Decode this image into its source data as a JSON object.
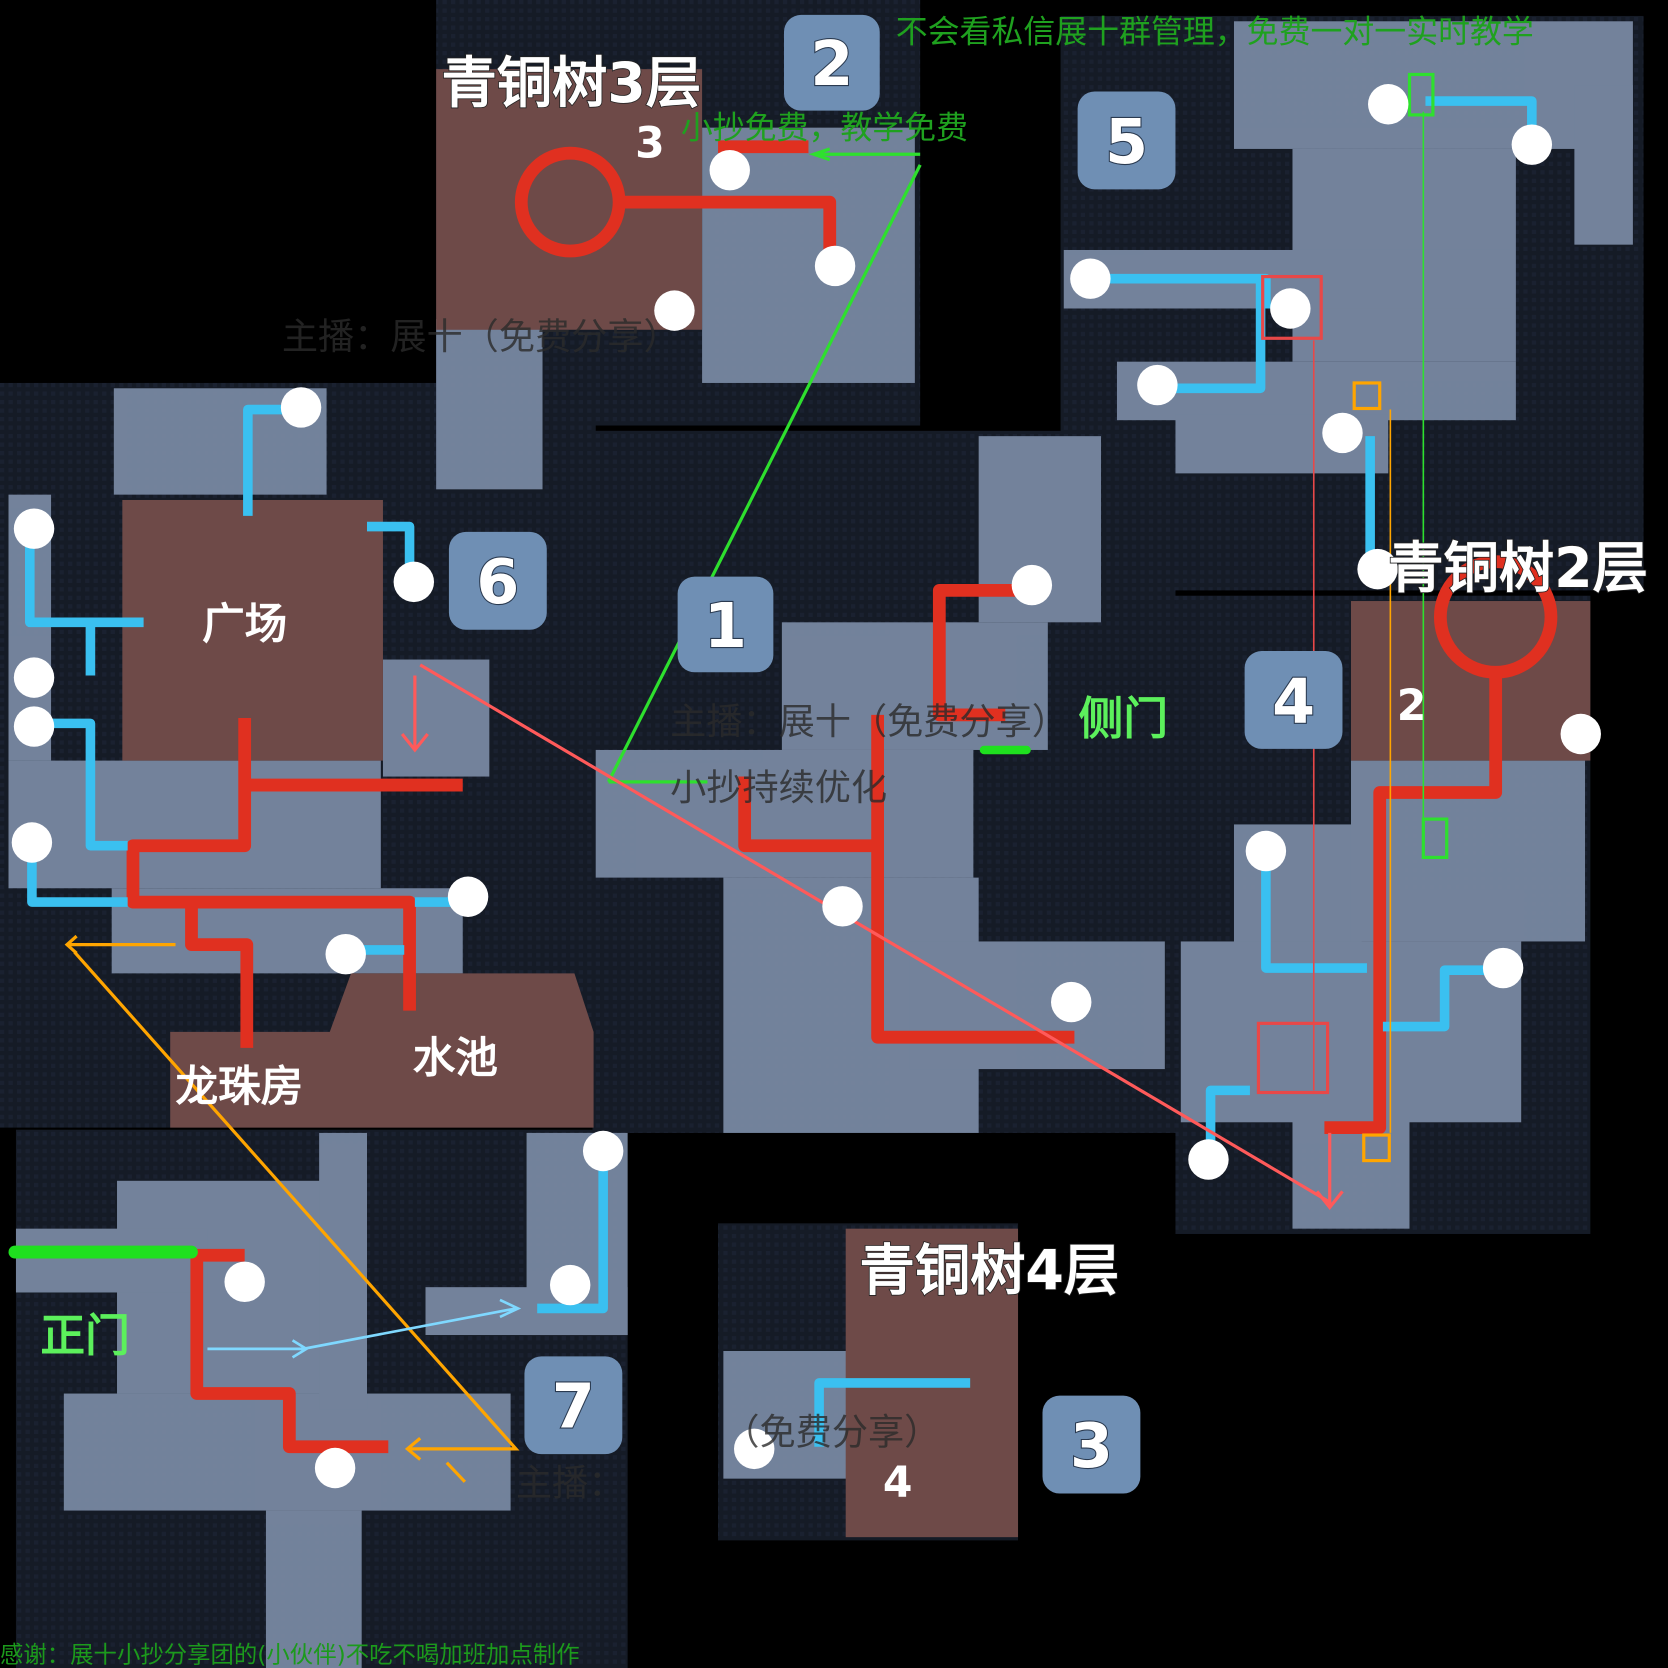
{
  "watermark": {
    "top_line": "不会看私信展十群管理，免费一对一实时教学",
    "second_line": "小抄免费，教学免费",
    "streamer_1": "主播：展十（免费分享）",
    "streamer_2": "主播：展十（免费分享）",
    "optimize": "小抄持续优化",
    "streamer_short": "主播：",
    "free_share": "（免费分享）",
    "footer": "感谢：展十小抄分享团的(小伙伴)不吃不喝加班加点制作"
  },
  "floors": {
    "floor3": {
      "title": "青铜树3层",
      "num": "3"
    },
    "floor2": {
      "title": "青铜树2层",
      "num": "2"
    },
    "floor4": {
      "title": "青铜树4层",
      "num": "4"
    }
  },
  "badges": [
    "1",
    "2",
    "3",
    "4",
    "5",
    "6",
    "7"
  ],
  "places": {
    "plaza": "广场",
    "pool": "水池",
    "dragon_room": "龙珠房",
    "side_door": "侧门",
    "main_door": "正门"
  },
  "colors": {
    "route_red": "#e03020",
    "route_blue": "#3ac0f0",
    "arrow_green": "#2ee02e",
    "arrow_orange": "#ffa500",
    "arrow_pink": "#ff5a5a",
    "room_floor": "#7a8aa6",
    "room_brown": "#6e4a48"
  }
}
